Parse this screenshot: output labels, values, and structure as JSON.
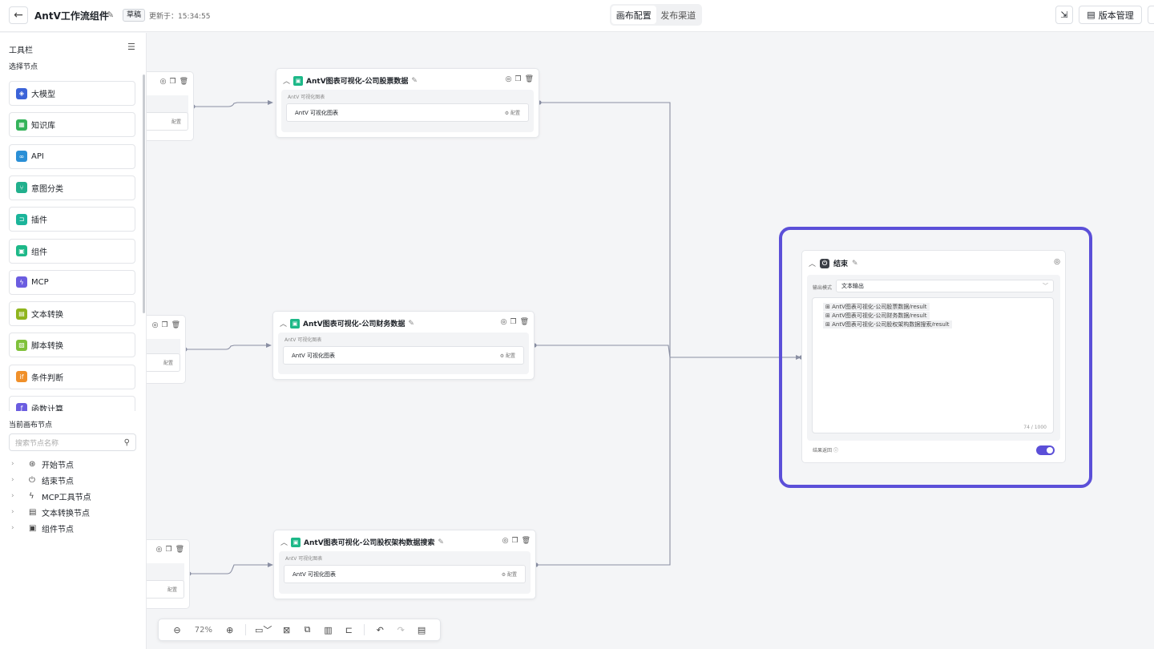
{
  "header": {
    "back_icon": "arrow-left-icon",
    "title": "AntV工作流组件",
    "status": "草稿",
    "updated": "更新于：15:34:55",
    "tabs": [
      "画布配置",
      "发布渠道"
    ],
    "version_button": "版本管理"
  },
  "sidebar": {
    "title": "工具栏",
    "subtitle": "选择节点",
    "palette": [
      {
        "label": "大模型",
        "icon": "model-icon",
        "color": "#3b63d8"
      },
      {
        "label": "知识库",
        "icon": "knowledge-icon",
        "color": "#34b35a"
      },
      {
        "label": "API",
        "icon": "api-icon",
        "color": "#2a8fd6"
      },
      {
        "label": "意图分类",
        "icon": "intent-icon",
        "color": "#22b08d"
      },
      {
        "label": "插件",
        "icon": "plugin-icon",
        "color": "#1bb49a"
      },
      {
        "label": "组件",
        "icon": "component-icon",
        "color": "#1db888"
      },
      {
        "label": "MCP",
        "icon": "mcp-icon",
        "color": "#6b5de0"
      },
      {
        "label": "文本转换",
        "icon": "text-convert-icon",
        "color": "#8fb51d"
      },
      {
        "label": "脚本转换",
        "icon": "script-icon",
        "color": "#7fc13a"
      },
      {
        "label": "条件判断",
        "icon": "condition-icon",
        "color": "#f0902a"
      },
      {
        "label": "函数计算",
        "icon": "function-icon",
        "color": "#6b5de0"
      }
    ],
    "current_title": "当前画布节点",
    "search_placeholder": "搜索节点名称",
    "tree": [
      {
        "label": "开始节点",
        "icon": "start-icon"
      },
      {
        "label": "结束节点",
        "icon": "power-icon"
      },
      {
        "label": "MCP工具节点",
        "icon": "mcp-icon"
      },
      {
        "label": "文本转换节点",
        "icon": "text-convert-icon"
      },
      {
        "label": "组件节点",
        "icon": "component-icon"
      }
    ]
  },
  "nodes": [
    {
      "title": "AntV图表可视化-公司股票数据",
      "section": "AntV 可视化图表",
      "value": "AntV 可视化图表",
      "config": "配置"
    },
    {
      "title": "AntV图表可视化-公司财务数据",
      "section": "AntV 可视化图表",
      "value": "AntV 可视化图表",
      "config": "配置"
    },
    {
      "title": "AntV图表可视化-公司股权架构数据搜索",
      "section": "AntV 可视化图表",
      "value": "AntV 可视化图表",
      "config": "配置"
    }
  ],
  "stub_config": "配置",
  "end_node": {
    "title": "结束",
    "mode_label": "输出模式",
    "mode_value": "文本输出",
    "tags": [
      "AntV图表可视化-公司股票数据/result",
      "AntV图表可视化-公司财务数据/result",
      "AntV图表可视化-公司股权架构数据搜索/result"
    ],
    "counter": "74 / 1000",
    "return_label": "结果返回",
    "return_on": true
  },
  "zoom": {
    "level": "72%"
  }
}
